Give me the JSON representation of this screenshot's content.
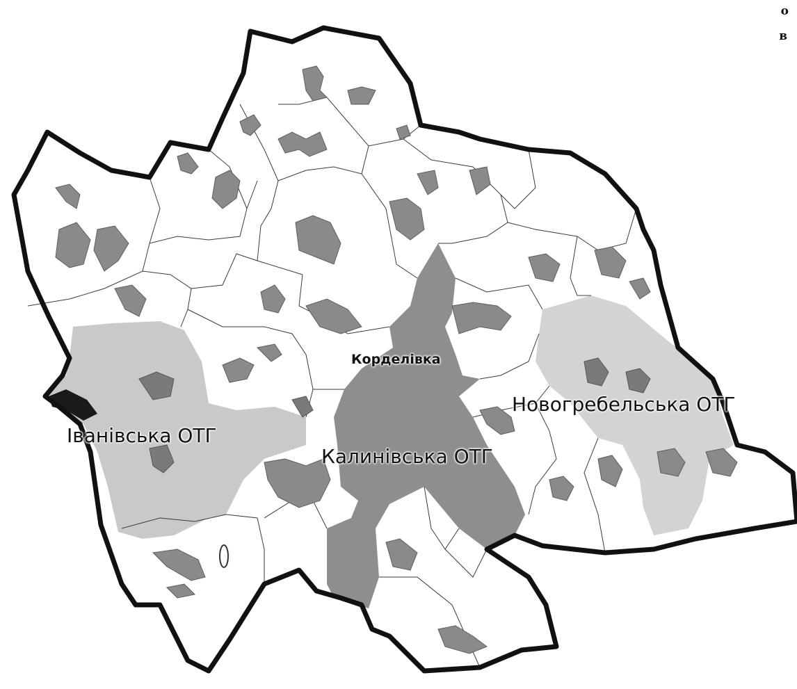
{
  "map": {
    "labels": {
      "center": "Корделівка",
      "ivanivska": "Іванівська ОТГ",
      "kalynivska": "Калинівська ОТГ",
      "novohrebelska": "Новогребельська ОТГ"
    },
    "corner_text": {
      "line1": "о",
      "line2": "в"
    },
    "colors": {
      "district_border": "#111111",
      "settlement": "#8a8a8a",
      "ivanivska_otg": "#c9c9c9",
      "kalynivska_otg": "#8e8e8e",
      "novohrebelska_otg": "#d3d3d3"
    }
  }
}
